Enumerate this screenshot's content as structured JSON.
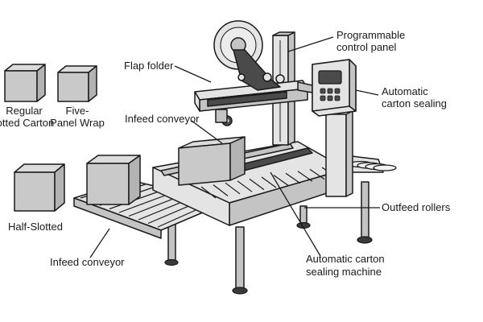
{
  "labels": {
    "programmable_control_panel_line1": "Programmable",
    "programmable_control_panel_line2": "control panel",
    "flap_folder": "Flap folder",
    "automatic_carton_sealing_line1": "Automatic",
    "automatic_carton_sealing_line2": "carton sealing",
    "infeed_conveyor_top": "Infeed conveyor",
    "outfeed_rollers": "Outfeed rollers",
    "automatic_carton_sealing_machine_line1": "Automatic carton",
    "automatic_carton_sealing_machine_line2": "sealing machine",
    "infeed_conveyor_bottom": "Infeed conveyor"
  },
  "box_types": {
    "regular_slotted_line1": "Regular",
    "regular_slotted_line2": "lotted Carton",
    "five_panel_line1": "Five-",
    "five_panel_line2": "Panel Wrap",
    "half_slotted": "Half-Slotted"
  },
  "control_panel": {
    "buttons": 6
  },
  "icons": {
    "tape_roll": "tape-roll-icon",
    "carton": "carton-icon"
  }
}
